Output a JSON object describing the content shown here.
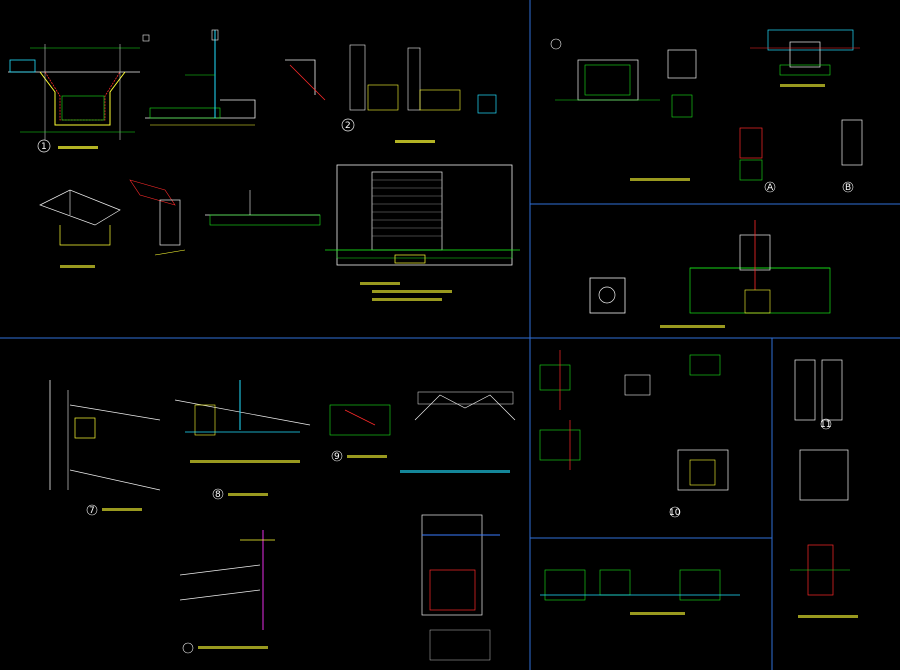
{
  "colors": {
    "background": "#000000",
    "frame": "#2f6fd8",
    "green": "#19e619",
    "yellow": "#ffff33",
    "white": "#f0f0f0",
    "cyan": "#22e0ff",
    "red": "#ff2a2a",
    "magenta": "#ff33ff",
    "blue": "#3a7bff"
  },
  "details": {
    "d1": {
      "number": "1"
    },
    "d2": {
      "number": "2"
    },
    "dA": {
      "number": "A"
    },
    "dB": {
      "number": "B"
    },
    "d7": {
      "number": "7"
    },
    "d8": {
      "number": "8"
    },
    "d9": {
      "number": "9"
    },
    "d10": {
      "number": "10"
    },
    "d11": {
      "number": "11"
    }
  }
}
